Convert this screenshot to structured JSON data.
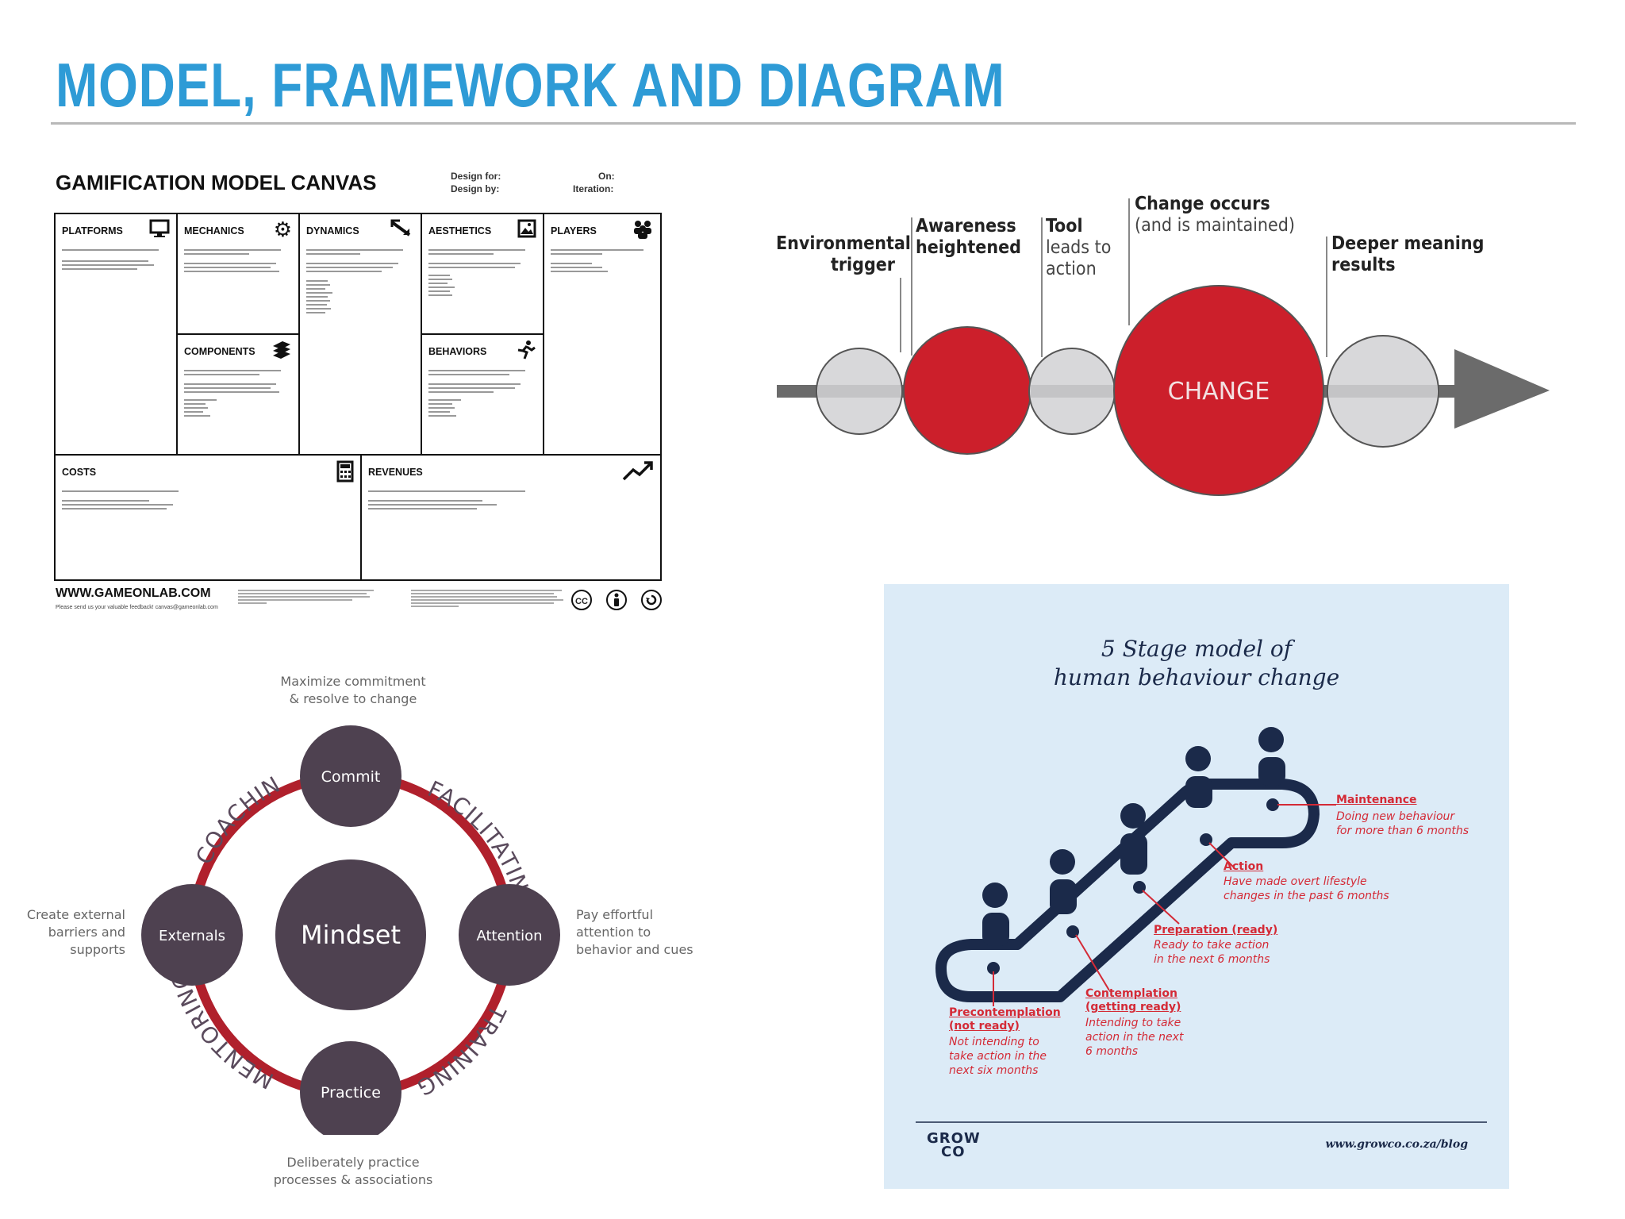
{
  "page": {
    "title": "MODEL, FRAMEWORK AND DIAGRAM"
  },
  "canvas": {
    "title": "GAMIFICATION MODEL CANVAS",
    "design_for": "Design for:",
    "design_by": "Design by:",
    "on": "On:",
    "iteration": "Iteration:",
    "cells": {
      "platforms": "PLATFORMS",
      "mechanics": "MECHANICS",
      "dynamics": "DYNAMICS",
      "aesthetics": "AESTHETICS",
      "players": "PLAYERS",
      "components": "COMPONENTS",
      "behaviors": "BEHAVIORS",
      "costs": "COSTS",
      "revenues": "REVENUES"
    },
    "footer_site": "WWW.GAMEONLAB.COM",
    "footer_note": "Please send us your valuable feedback! canvas@gameonlab.com",
    "license_icons": [
      "CC",
      "BY",
      "SA"
    ]
  },
  "change": {
    "labels": {
      "environmental": [
        "Environmental",
        "trigger"
      ],
      "awareness": [
        "Awareness",
        "heightened"
      ],
      "tool": [
        "Tool",
        "leads to",
        "action"
      ],
      "change_occurs": [
        "Change occurs",
        "(and is maintained)"
      ],
      "deeper": [
        "Deeper meaning",
        "results"
      ]
    },
    "center": "CHANGE",
    "colors": {
      "red": "#cc1f2b",
      "grey": "#d4d4d6",
      "arrow": "#6b6b6b"
    }
  },
  "mindset": {
    "center": "Mindset",
    "nodes": {
      "top": "Commit",
      "left": "Externals",
      "right": "Attention",
      "bottom": "Practice"
    },
    "arcs": {
      "coaching": "COACHING",
      "facilitating": "FACILITATING",
      "mentoring": "MENTORING",
      "training": "TRAINING"
    },
    "notes": {
      "top": [
        "Maximize commitment",
        "& resolve to change"
      ],
      "left": [
        "Create external",
        "barriers and",
        "supports"
      ],
      "right": [
        "Pay effortful",
        "attention to",
        "behavior and cues"
      ],
      "bottom": [
        "Deliberately practice",
        "processes & associations"
      ]
    },
    "colors": {
      "node": "#4e4150",
      "ring": "#b0202c"
    }
  },
  "stages": {
    "title": [
      "5 Stage model of",
      "human behaviour change"
    ],
    "items": [
      {
        "head": [
          "Precontemplation",
          "(not ready)"
        ],
        "desc": [
          "Not intending to",
          "take action in the",
          "next six months"
        ]
      },
      {
        "head": [
          "Contemplation",
          "(getting ready)"
        ],
        "desc": [
          "Intending to take",
          "action in the next",
          "6 months"
        ]
      },
      {
        "head": [
          "Preparation (ready)"
        ],
        "desc": [
          "Ready to take action",
          "in the next 6 months"
        ]
      },
      {
        "head": [
          "Action"
        ],
        "desc": [
          "Have made overt lifestyle",
          "changes in the past 6 months"
        ]
      },
      {
        "head": [
          "Maintenance"
        ],
        "desc": [
          "Doing new behaviour",
          "for more than 6 months"
        ]
      }
    ],
    "logo": [
      "GROW",
      "CO"
    ],
    "url": "www.growco.co.za/blog",
    "colors": {
      "panel": "#dcebf7",
      "navy": "#1b2a4a",
      "red": "#d42a36"
    }
  }
}
